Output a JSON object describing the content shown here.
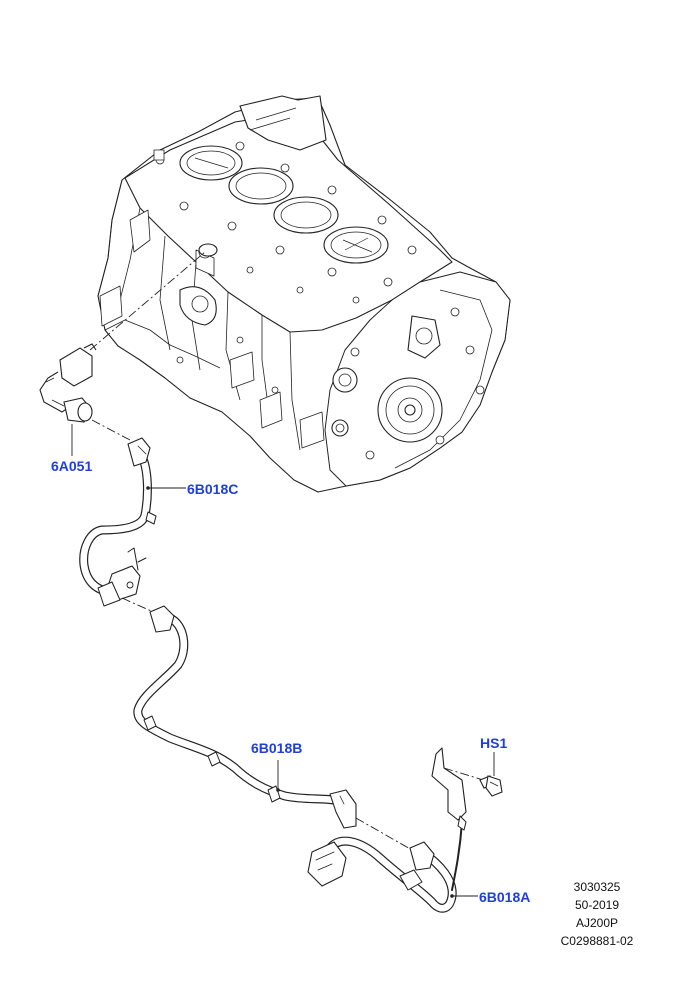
{
  "callouts": {
    "p6A051": "6A051",
    "p6B018C": "6B018C",
    "p6B018B": "6B018B",
    "pHS1": "HS1",
    "p6B018A": "6B018A"
  },
  "reference": {
    "line1": "3030325",
    "line2": "50-2019",
    "line3": "AJ200P",
    "line4": "C0298881-02"
  },
  "colors": {
    "callout": "#1f3fd6",
    "linework": "#222222",
    "fill": "#ffffff"
  }
}
